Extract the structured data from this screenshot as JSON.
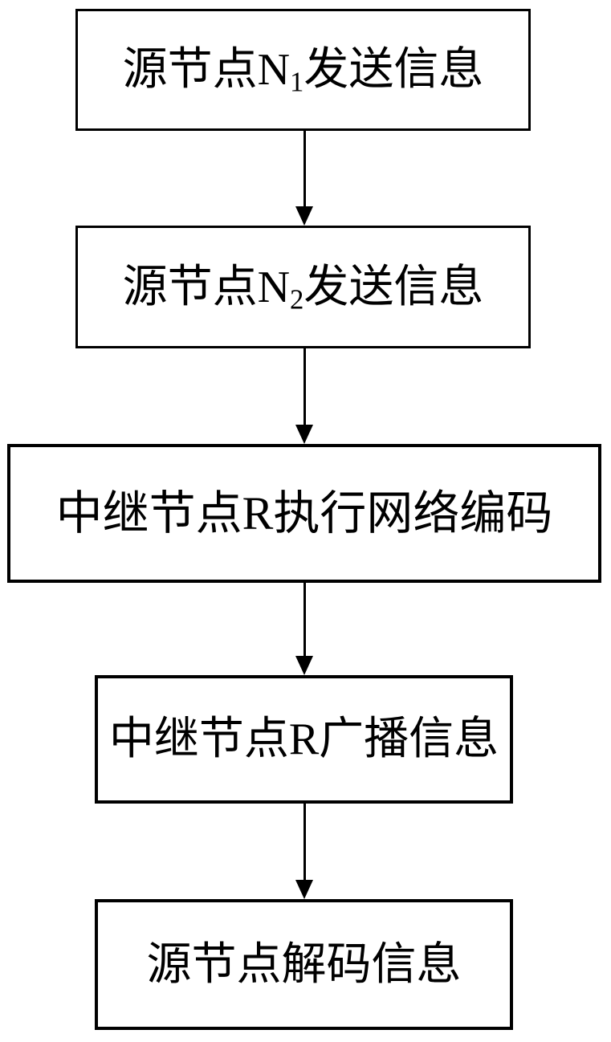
{
  "diagram": {
    "type": "flowchart",
    "orientation": "vertical",
    "colors": {
      "background": "#ffffff",
      "box_border": "#000000",
      "box_fill": "#ffffff",
      "arrow": "#000000",
      "text": "#000000"
    },
    "steps": [
      {
        "id": 1,
        "pre": "源节点N",
        "sub": "1",
        "post": "发送信息",
        "full_text": "源节点N1发送信息"
      },
      {
        "id": 2,
        "pre": "源节点N",
        "sub": "2",
        "post": "发送信息",
        "full_text": "源节点N2发送信息"
      },
      {
        "id": 3,
        "pre": "中继节点R执行网络编码",
        "sub": "",
        "post": "",
        "full_text": "中继节点R执行网络编码"
      },
      {
        "id": 4,
        "pre": "中继节点R广播信息",
        "sub": "",
        "post": "",
        "full_text": "中继节点R广播信息"
      },
      {
        "id": 5,
        "pre": "源节点解码信息",
        "sub": "",
        "post": "",
        "full_text": "源节点解码信息"
      }
    ],
    "connectors": [
      {
        "from": 1,
        "to": 2,
        "direction": "down"
      },
      {
        "from": 2,
        "to": 3,
        "direction": "down"
      },
      {
        "from": 3,
        "to": 4,
        "direction": "down"
      },
      {
        "from": 4,
        "to": 5,
        "direction": "down"
      }
    ]
  }
}
